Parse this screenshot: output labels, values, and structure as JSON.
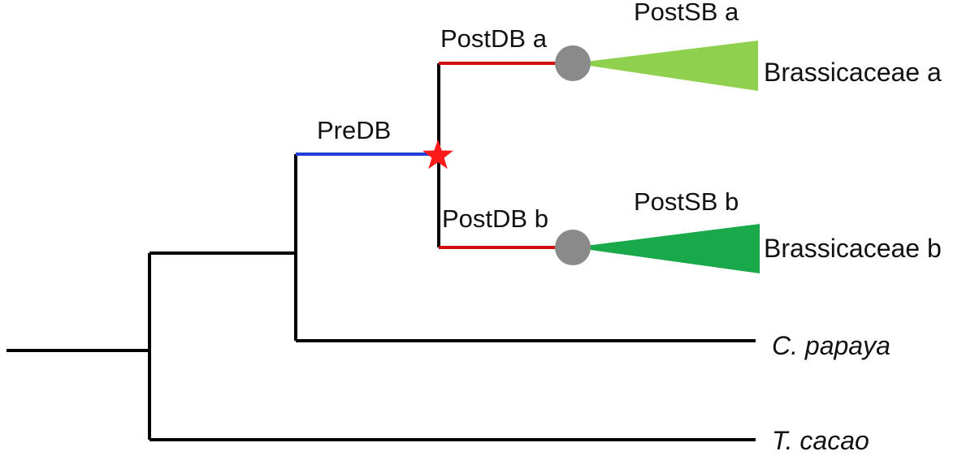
{
  "branch_labels": {
    "pre_db": "PreDB",
    "post_db_a": "PostDB a",
    "post_db_b": "PostDB b",
    "post_sb_a": "PostSB a",
    "post_sb_b": "PostSB b"
  },
  "taxa": {
    "brassicaceae_a": "Brassicaceae a",
    "brassicaceae_b": "Brassicaceae b",
    "papaya": "C. papaya",
    "cacao": "T. cacao"
  },
  "colors": {
    "stem": "#000000",
    "pre_db_branch": "#1f3fd6",
    "post_db_branch": "#d01010",
    "duplication_star": "#ff1a1a",
    "speciation_node": "#8a8a8a",
    "clade_a": "#8fd14f",
    "clade_b": "#19a84a"
  },
  "markers": {
    "duplication": "star",
    "speciation": "circle"
  }
}
